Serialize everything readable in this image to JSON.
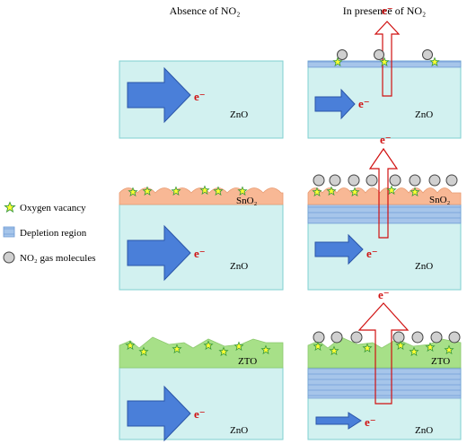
{
  "column_titles": {
    "absence": "Absence of NO₂",
    "presence": "In presence of NO₂"
  },
  "material_labels": {
    "zno": "ZnO",
    "sno2": "SnO₂",
    "zto": "ZTO"
  },
  "electron_label": "e⁻",
  "legend": {
    "oxygen_vacancy": "Oxygen vacancy",
    "depletion_region": "Depletion region",
    "no2_molecules": "NO₂ gas molecules"
  },
  "colors": {
    "zno_fill": "#d2f1f0",
    "zno_stroke": "#7fd0d0",
    "sno2_fill": "#f8b895",
    "zto_fill": "#a7e088",
    "depletion_fill": "#9fbfe6",
    "depletion_stroke": "#6d99d4",
    "arrow_fill": "#4a7fd9",
    "arrow_stroke": "#2a55a8",
    "up_arrow_stroke": "#d01010",
    "vacancy_fill": "#ffff33",
    "vacancy_stroke": "#3a9a3a",
    "molecule_fill": "#d0d0d0",
    "molecule_stroke": "#444444"
  },
  "icons": [
    "star-icon",
    "circle-icon",
    "arrow-right-icon",
    "arrow-up-icon"
  ]
}
